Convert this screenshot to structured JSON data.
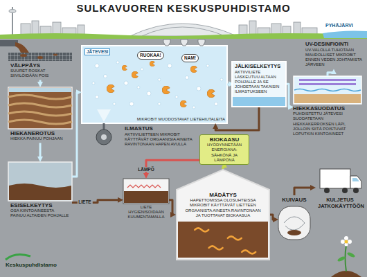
{
  "diagram": {
    "title": "SULKAVUOREN KESKUSPUHDISTAMO",
    "nodes": [
      {
        "text": [
          "VÄLPPÄYS",
          "SUURET ROSKAT SIIVILÖIDÄÄN POIS"
        ]
      },
      {
        "text": [
          "HIEKANEROTUS",
          "HIEKKA PAINUU POHJAAN"
        ]
      },
      {
        "text": [
          "ESISELKEYTYS",
          "OSA KIINTOAINEESTA PAINUU ALTAIDEN POHJALLE"
        ]
      },
      {
        "text": [
          "MIKROBIT MUODOSTAVAT LIETEHIUTALEITA"
        ]
      },
      {
        "text": [
          "JÄLKISELKEYTYS",
          "AKTIIVILIETE LASKEUTUU ALTAAN POHJALLE JA SE JOHDETAAN TAKAISIN ILMASTUKSEEN"
        ]
      },
      {
        "text": [
          "HIEKKASUODATUS",
          "PUHDISTETTU JÄTEVESI SUODATETAAN HIEKKAKERROKSEN LÄPI, JOLLOIN SIITÄ POISTUVAT LOPUTKIN KIINTOAINEET"
        ]
      },
      {
        "text": [
          "UV-DESINFIOINTI",
          "UV-VALOLLA TUHOTAAN MAHDOLLISET MIKROBIT ENNEN VEDEN JOHTAMISTA JÄRVEEN"
        ]
      },
      {
        "text": [
          "BIOKAASU",
          "HYÖDYNNETÄÄN ENERGIANA: SÄHKÖNÄ JA LÄMPÖNÄ"
        ]
      },
      {
        "text": [
          "LIETE HYGIENISOIDAAN KUUMENTAMALLA"
        ]
      },
      {
        "text": [
          "MÄDÄTYS",
          "HAPETTOMISSA OLOSUHTEISSA MIKROBIT KÄYTTÄVÄT LIETTEEN ORGAANISTA AINESTA RAVINTONAAN JA TUOTTAVAT BIOKAASUA"
        ]
      },
      {
        "text": [
          "KUIVAUS"
        ]
      },
      {
        "text": [
          "KULJETUS JATKOKÄYTTÖÖN"
        ]
      }
    ],
    "edges": [
      {
        "from": 0,
        "to": 1,
        "arrow": "to"
      },
      {
        "from": 1,
        "to": 2,
        "arrow": "to"
      },
      {
        "from": 2,
        "to": 3,
        "arrow": "to"
      },
      {
        "from": 3,
        "to": 4,
        "arrow": "to"
      },
      {
        "from": 4,
        "to": 3,
        "arrow": "to"
      },
      {
        "from": 4,
        "to": 5,
        "arrow": "to"
      },
      {
        "from": 5,
        "to": 6,
        "arrow": "to"
      },
      {
        "from": 2,
        "to": 8,
        "label": "LIETE",
        "arrow": "to"
      },
      {
        "from": 8,
        "to": 9,
        "arrow": "to"
      },
      {
        "from": 9,
        "to": 7,
        "arrow": "to"
      },
      {
        "from": 7,
        "to": 8,
        "label": "LÄMPÖ",
        "arrow": "to"
      },
      {
        "from": 9,
        "to": 10,
        "arrow": "to"
      },
      {
        "from": 10,
        "to": 11,
        "arrow": "to"
      }
    ],
    "labels": [
      "JÄTEVESI",
      "RUOKAA!",
      "NAM!",
      "ILMASTUS",
      "AKTIIVILIETTEEN MIKROBIT KÄYTTÄVÄT ORGAANISIA AINEITA RAVINTONAAN HAPEN AVULLA",
      "PYHÄJÄRVI",
      "Keskuspuhdistamo"
    ]
  }
}
